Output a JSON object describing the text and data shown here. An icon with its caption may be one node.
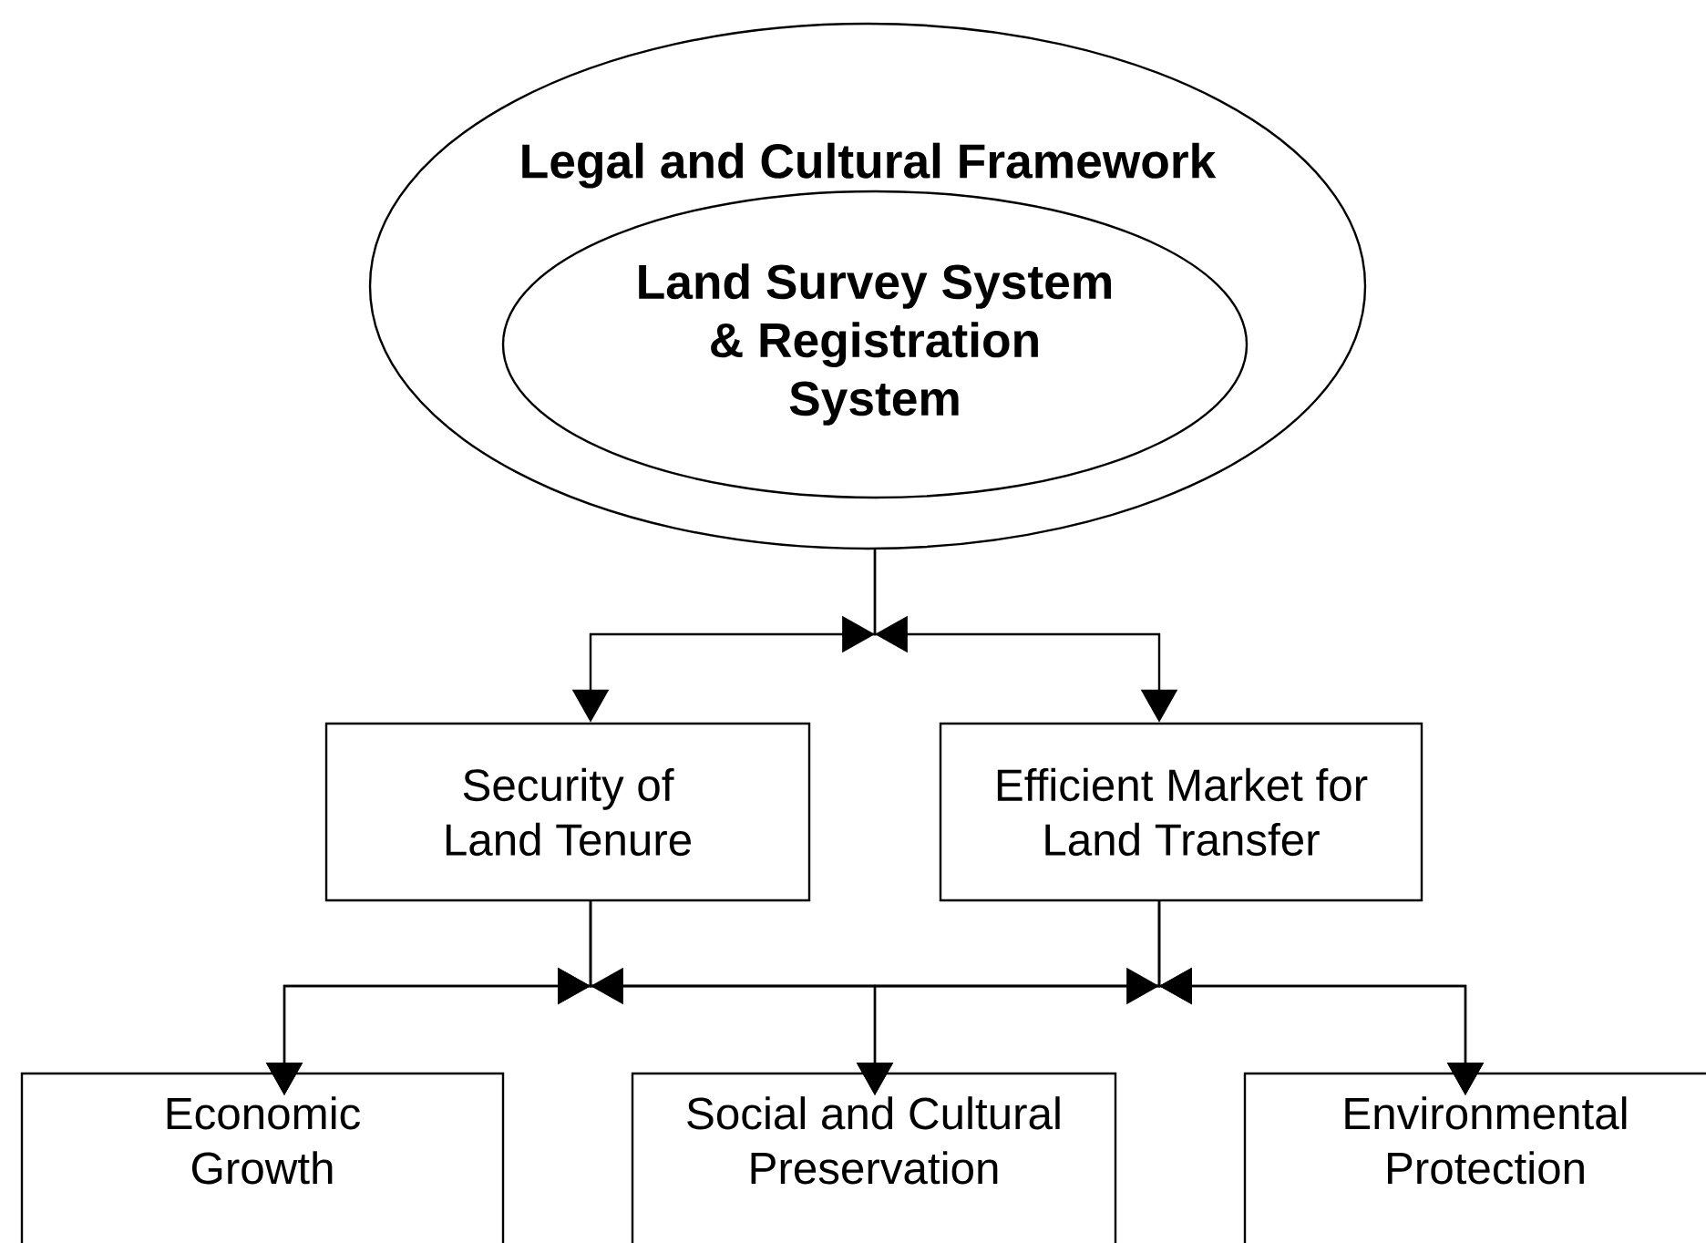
{
  "diagram": {
    "nodes": [
      {
        "text": [
          "Legal and Cultural Framework"
        ]
      },
      {
        "text": [
          "Land Survey System & Registration System"
        ],
        "in": 0
      },
      {
        "text": [
          "Security of Land Tenure"
        ]
      },
      {
        "text": [
          "Efficient Market for Land Transfer"
        ]
      },
      {
        "text": [
          "Economic Growth"
        ]
      },
      {
        "text": [
          "Social and Cultural Preservation"
        ]
      },
      {
        "text": [
          "Environmental Protection"
        ]
      }
    ],
    "edges": [
      {
        "from": 0,
        "to": 2,
        "arrow": "to"
      },
      {
        "from": 0,
        "to": 3,
        "arrow": "to"
      },
      {
        "from": 2,
        "to": 4,
        "arrow": "to"
      },
      {
        "from": 2,
        "to": 5,
        "arrow": "to"
      },
      {
        "from": 2,
        "to": 6,
        "arrow": "to"
      },
      {
        "from": 3,
        "to": 4,
        "arrow": "to"
      },
      {
        "from": 3,
        "to": 5,
        "arrow": "to"
      },
      {
        "from": 3,
        "to": 6,
        "arrow": "to"
      }
    ]
  }
}
